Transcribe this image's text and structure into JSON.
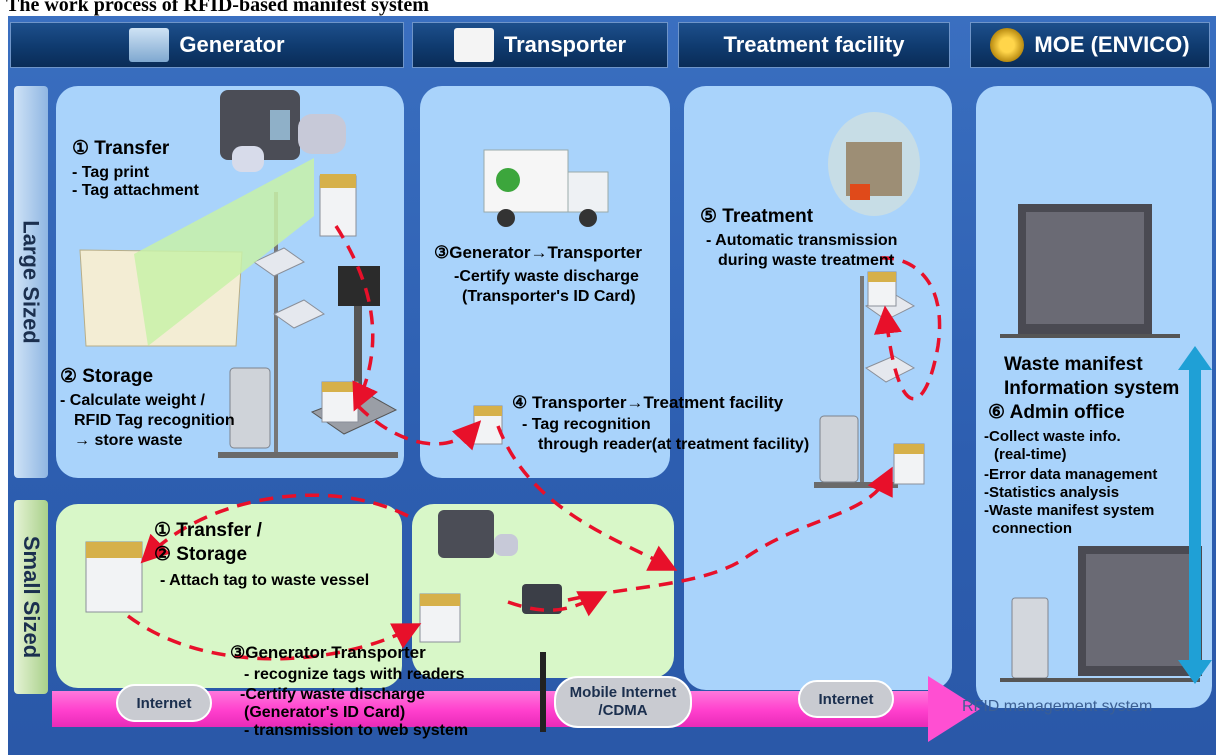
{
  "title": "The work process of RFID-based manifest system",
  "headers": {
    "generator": "Generator",
    "transporter": "Transporter",
    "treatment": "Treatment facility",
    "moe": "MOE (ENVICO)"
  },
  "rows": {
    "large": "Large Sized",
    "small": "Small Sized"
  },
  "large": {
    "transfer_heading": "① Transfer",
    "transfer_lines": [
      "- Tag print",
      "- Tag attachment"
    ],
    "storage_heading": "② Storage",
    "storage_lines": [
      "- Calculate weight /",
      "RFID Tag recognition",
      "→ store waste"
    ],
    "gen_trans_heading": "③Generator→Transporter",
    "gen_trans_lines": [
      "-Certify waste discharge",
      "(Transporter's ID Card)"
    ],
    "trans_treat_heading": "④ Transporter→Treatment facility",
    "trans_treat_lines": [
      "-  Tag recognition",
      "through reader(at treatment facility)"
    ],
    "treatment_heading": "⑤ Treatment",
    "treatment_lines": [
      "- Automatic transmission",
      "during waste treatment"
    ]
  },
  "small": {
    "heading1": "① Transfer /",
    "heading2": "② Storage",
    "line": "- Attach tag to waste vessel",
    "gen_trans_heading": "③Generator   Transporter",
    "gen_trans_lines": [
      "- recognize tags with readers",
      "-Certify waste discharge",
      "(Generator's ID Card)",
      "- transmission to web system"
    ]
  },
  "moe": {
    "system_title": [
      "Waste manifest",
      "Information system"
    ],
    "admin_heading": "⑥ Admin office",
    "admin_lines": [
      "-Collect waste info.",
      "(real-time)",
      "-Error data management",
      "-Statistics analysis",
      "-Waste manifest system",
      "connection"
    ],
    "rfid_label": "RFID management system"
  },
  "network": {
    "internet1": "Internet",
    "mobile": "Mobile Internet\n/CDMA",
    "internet2": "Internet"
  },
  "colors": {
    "background_blue": "#2d5eb0",
    "panel_blue": "#a9d3fb",
    "panel_green": "#d8f7c8",
    "arrow_red": "#e8102a",
    "internet_bar": "#ff4fd2",
    "double_arrow": "#1fa0d6"
  }
}
